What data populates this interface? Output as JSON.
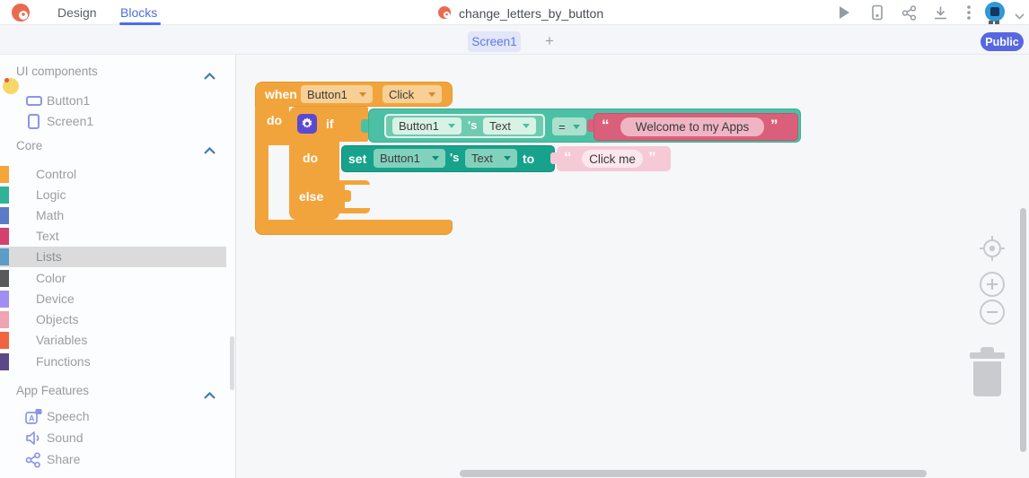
{
  "topbar": {
    "nav": {
      "design": "Design",
      "blocks": "Blocks"
    },
    "project_title": "change_letters_by_button",
    "icons": [
      "play",
      "live-test-device",
      "share",
      "download",
      "more-options",
      "avatar",
      "account-chevron"
    ]
  },
  "screenbar": {
    "active_tab": "Screen1",
    "add_tab": "+",
    "visibility_badge": "Public"
  },
  "sidebar": {
    "ui_components": {
      "header": "UI components",
      "items": [
        {
          "label": "Button1"
        },
        {
          "label": "Screen1"
        }
      ]
    },
    "core": {
      "header": "Core",
      "categories": [
        {
          "label": "Control",
          "color": "#F5A63B"
        },
        {
          "label": "Logic",
          "color": "#2EB398"
        },
        {
          "label": "Math",
          "color": "#5B7BC8"
        },
        {
          "label": "Text",
          "color": "#D4416E"
        },
        {
          "label": "Lists",
          "color": "#5C9CC6",
          "selected": true
        },
        {
          "label": "Color",
          "color": "#595959"
        },
        {
          "label": "Device",
          "color": "#9F8FF4"
        },
        {
          "label": "Objects",
          "color": "#F0A3B0"
        },
        {
          "label": "Variables",
          "color": "#F2643F"
        },
        {
          "label": "Functions",
          "color": "#5C4789"
        }
      ]
    },
    "app_features": {
      "header": "App Features",
      "items": [
        {
          "label": "Speech"
        },
        {
          "label": "Sound"
        },
        {
          "label": "Share"
        }
      ]
    }
  },
  "canvas": {
    "when_block": {
      "when": "when",
      "component": "Button1",
      "event": "Click",
      "do": "do"
    },
    "if_block": {
      "if": "if",
      "do": "do",
      "else": "else"
    },
    "condition": {
      "component": "Button1",
      "possessive": "'s",
      "property": "Text",
      "operator": "=",
      "open_quote": "“",
      "string": "Welcome to my Apps",
      "close_quote": "”"
    },
    "setter": {
      "set": "set",
      "component": "Button1",
      "possessive": "'s",
      "property": "Text",
      "to": "to",
      "open_quote": "“",
      "value": "Click me",
      "close_quote": "”"
    }
  },
  "colors": {
    "accent_blue": "#4D6EE3",
    "badge_indigo": "#5767E1",
    "block_orange": "#F2A43C",
    "block_teal": "#4CC0A5",
    "block_teal_dark": "#17A28C",
    "block_rose": "#DA5F7B",
    "block_pink": "#F5C9D5",
    "mutator_purple": "#5B49D3"
  }
}
